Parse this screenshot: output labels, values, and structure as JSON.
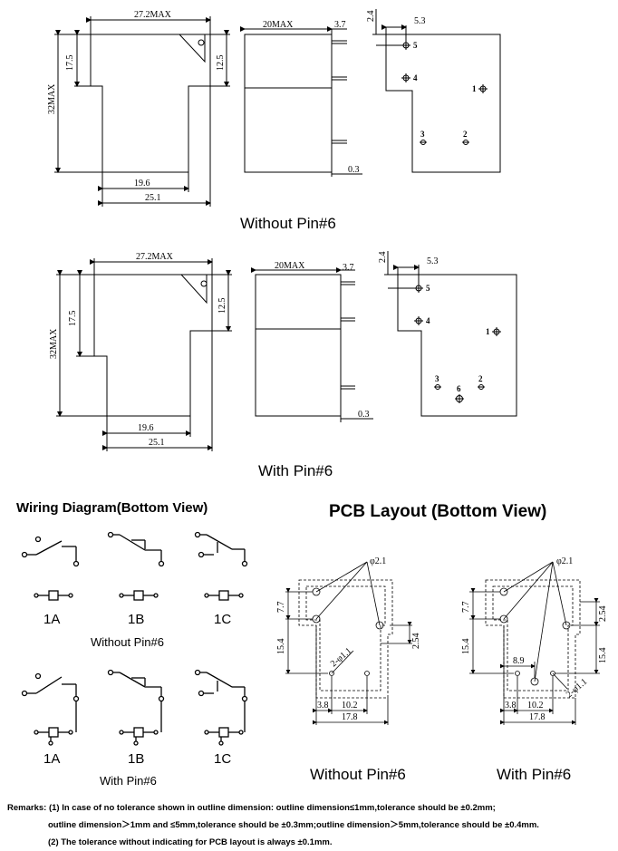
{
  "dims": {
    "width_max": "27.2MAX",
    "height_max": "32MAX",
    "upper": "17.5",
    "right_step": "12.5",
    "bottom_inner": "19.6",
    "bottom_outer": "25.1",
    "depth_max": "20MAX",
    "pin_offset": "3.7",
    "pin_len": "0.3",
    "top_gap": "2.4",
    "pin5_x": "5.3"
  },
  "pins": {
    "p1": "1",
    "p2": "2",
    "p3": "3",
    "p4": "4",
    "p5": "5",
    "p6": "6"
  },
  "captions": {
    "without": "Without Pin#6",
    "with": "With Pin#6"
  },
  "wiring": {
    "title": "Wiring Diagram(Bottom View)",
    "labels": [
      "1A",
      "1B",
      "1C"
    ],
    "without": "Without Pin#6",
    "with": "With Pin#6"
  },
  "pcb": {
    "title": "PCB Layout (Bottom View)",
    "hole_large": "φ2.1",
    "hole_small": "2-φ1.1",
    "hole_small_with": "2-φ1.1",
    "d_7_7": "7.7",
    "d_15_4": "15.4",
    "d_2_54": "2.54",
    "d_3_8": "3.8",
    "d_10_2": "10.2",
    "d_17_8": "17.8",
    "d_8_9": "8.9",
    "without": "Without Pin#6",
    "with": "With Pin#6"
  },
  "remarks": {
    "label": "Remarks:",
    "line1": "(1) In case of no tolerance shown in outline dimension: outline dimension≤1mm,tolerance should be ±0.2mm;",
    "line2": "outline dimension＞1mm and ≤5mm,tolerance should be ±0.3mm;outline dimension＞5mm,tolerance should be ±0.4mm.",
    "line3": "(2) The tolerance without indicating for PCB layout is always ±0.1mm."
  }
}
